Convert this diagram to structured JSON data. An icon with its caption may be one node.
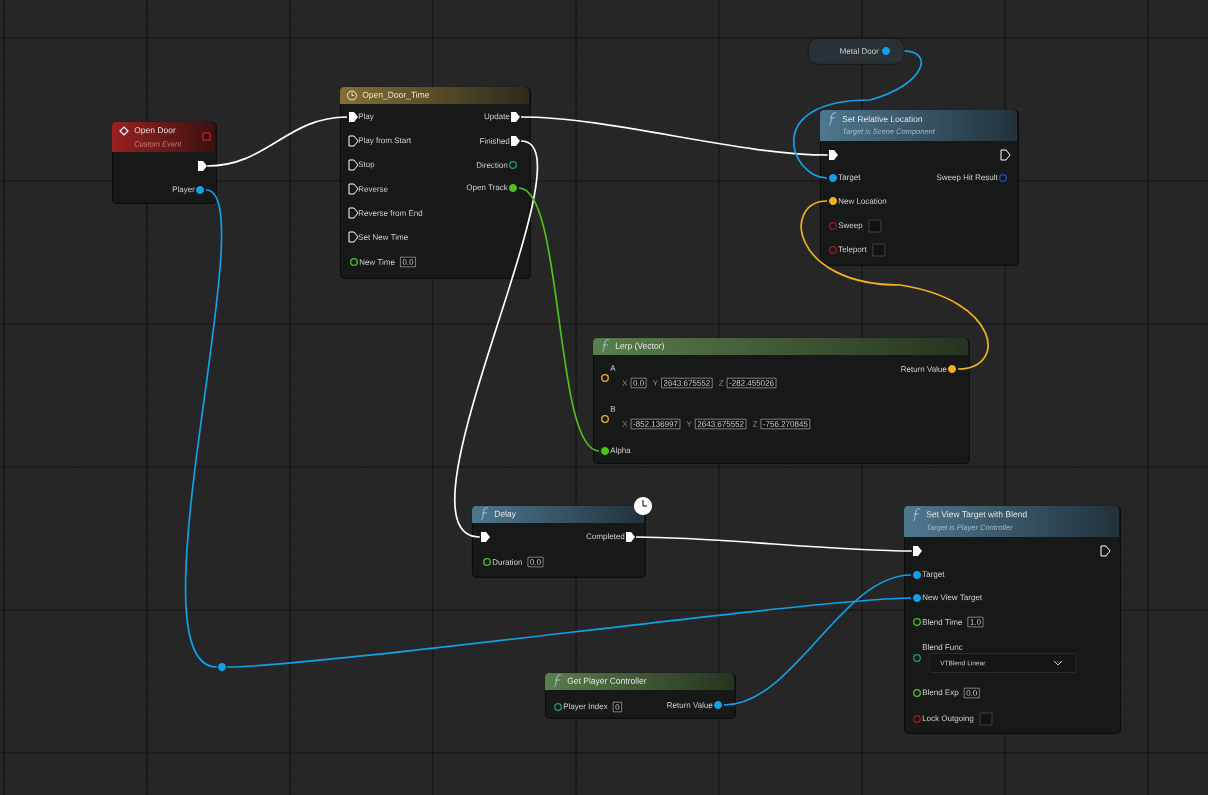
{
  "diagram": {
    "nodes": [
      {
        "text": [
          "Open Door",
          "Custom Event"
        ]
      },
      {
        "text": [],
        "shape": "pentagon",
        "in": 0
      },
      {
        "text": [
          "Player"
        ],
        "in": 0
      },
      {
        "text": [
          "Open_Door_Time"
        ]
      },
      {
        "text": [
          "Play"
        ],
        "in": 3
      },
      {
        "text": [
          "Play from Start"
        ],
        "in": 3
      },
      {
        "text": [
          "Stop"
        ],
        "in": 3
      },
      {
        "text": [
          "Reverse"
        ],
        "in": 3
      },
      {
        "text": [
          "Reverse from End"
        ],
        "in": 3
      },
      {
        "text": [
          "Set New Time"
        ],
        "in": 3
      },
      {
        "text": [
          "New Time",
          "0.0"
        ],
        "in": 3
      },
      {
        "text": [
          "Update"
        ],
        "in": 3
      },
      {
        "text": [
          "Finished"
        ],
        "in": 3
      },
      {
        "text": [
          "Direction"
        ],
        "in": 3
      },
      {
        "text": [
          "Open Track"
        ],
        "in": 3
      },
      {
        "text": [
          "Metal Door"
        ]
      },
      {
        "text": [
          "Set Relative Location",
          "Target is Scene Component"
        ]
      },
      {
        "text": [],
        "shape": "pentagon",
        "in": 16
      },
      {
        "text": [],
        "shape": "pentagon",
        "in": 16
      },
      {
        "text": [
          "Target"
        ],
        "in": 16
      },
      {
        "text": [
          "Sweep Hit Result"
        ],
        "in": 16
      },
      {
        "text": [
          "New Location"
        ],
        "in": 16
      },
      {
        "text": [
          "Sweep"
        ],
        "in": 16
      },
      {
        "text": [
          "Teleport"
        ],
        "in": 16
      },
      {
        "text": [
          "Lerp (Vector)"
        ]
      },
      {
        "text": [
          "A",
          "X",
          "0.0",
          "Y",
          "2643.675552",
          "Z",
          "-282.455026"
        ],
        "in": 24
      },
      {
        "text": [
          "B",
          "X",
          "-852.136997",
          "Y",
          "2643.675552",
          "Z",
          "-756.270845"
        ],
        "in": 24
      },
      {
        "text": [
          "Alpha"
        ],
        "in": 24
      },
      {
        "text": [
          "Return Value"
        ],
        "in": 24
      },
      {
        "text": [
          "Delay"
        ]
      },
      {
        "text": [],
        "shape": "pentagon",
        "in": 29
      },
      {
        "text": [
          "Completed"
        ],
        "in": 29
      },
      {
        "text": [
          "Duration",
          "0.0"
        ],
        "in": 29
      },
      {
        "text": [
          "Set View Target with Blend",
          "Target is Player Controller"
        ]
      },
      {
        "text": [],
        "shape": "pentagon",
        "in": 33
      },
      {
        "text": [],
        "shape": "pentagon",
        "in": 33
      },
      {
        "text": [
          "Target"
        ],
        "in": 33
      },
      {
        "text": [
          "New View Target"
        ],
        "in": 33
      },
      {
        "text": [
          "Blend Time",
          "1.0"
        ],
        "in": 33
      },
      {
        "text": [
          "Blend Func",
          "VTBlend Linear"
        ],
        "in": 33
      },
      {
        "text": [
          "Blend Exp",
          "0.0"
        ],
        "in": 33
      },
      {
        "text": [
          "Lock Outgoing"
        ],
        "in": 33
      },
      {
        "text": [
          "Get Player Controller"
        ]
      },
      {
        "text": [
          "Player Index",
          "0"
        ],
        "in": 42
      },
      {
        "text": [
          "Return Value"
        ],
        "in": 42
      },
      {
        "text": [],
        "shape": "circle"
      }
    ],
    "edges": [
      {
        "from": 1,
        "to": 4,
        "arrow": "none",
        "color": "#ffffff"
      },
      {
        "from": 2,
        "to": 45,
        "arrow": "none",
        "color": "#12a0e8"
      },
      {
        "from": 45,
        "to": 37,
        "arrow": "none",
        "color": "#12a0e8"
      },
      {
        "from": 11,
        "to": 17,
        "arrow": "none",
        "color": "#ffffff"
      },
      {
        "from": 12,
        "to": 30,
        "arrow": "none",
        "color": "#ffffff"
      },
      {
        "from": 14,
        "to": 27,
        "arrow": "none",
        "color": "#4cc21c"
      },
      {
        "from": 15,
        "to": 19,
        "arrow": "none",
        "color": "#12a0e8"
      },
      {
        "from": 28,
        "to": 21,
        "arrow": "none",
        "color": "#f2b01e"
      },
      {
        "from": 31,
        "to": 34,
        "arrow": "none",
        "color": "#ffffff"
      },
      {
        "from": 44,
        "to": 36,
        "arrow": "none",
        "color": "#12a0e8"
      }
    ]
  }
}
